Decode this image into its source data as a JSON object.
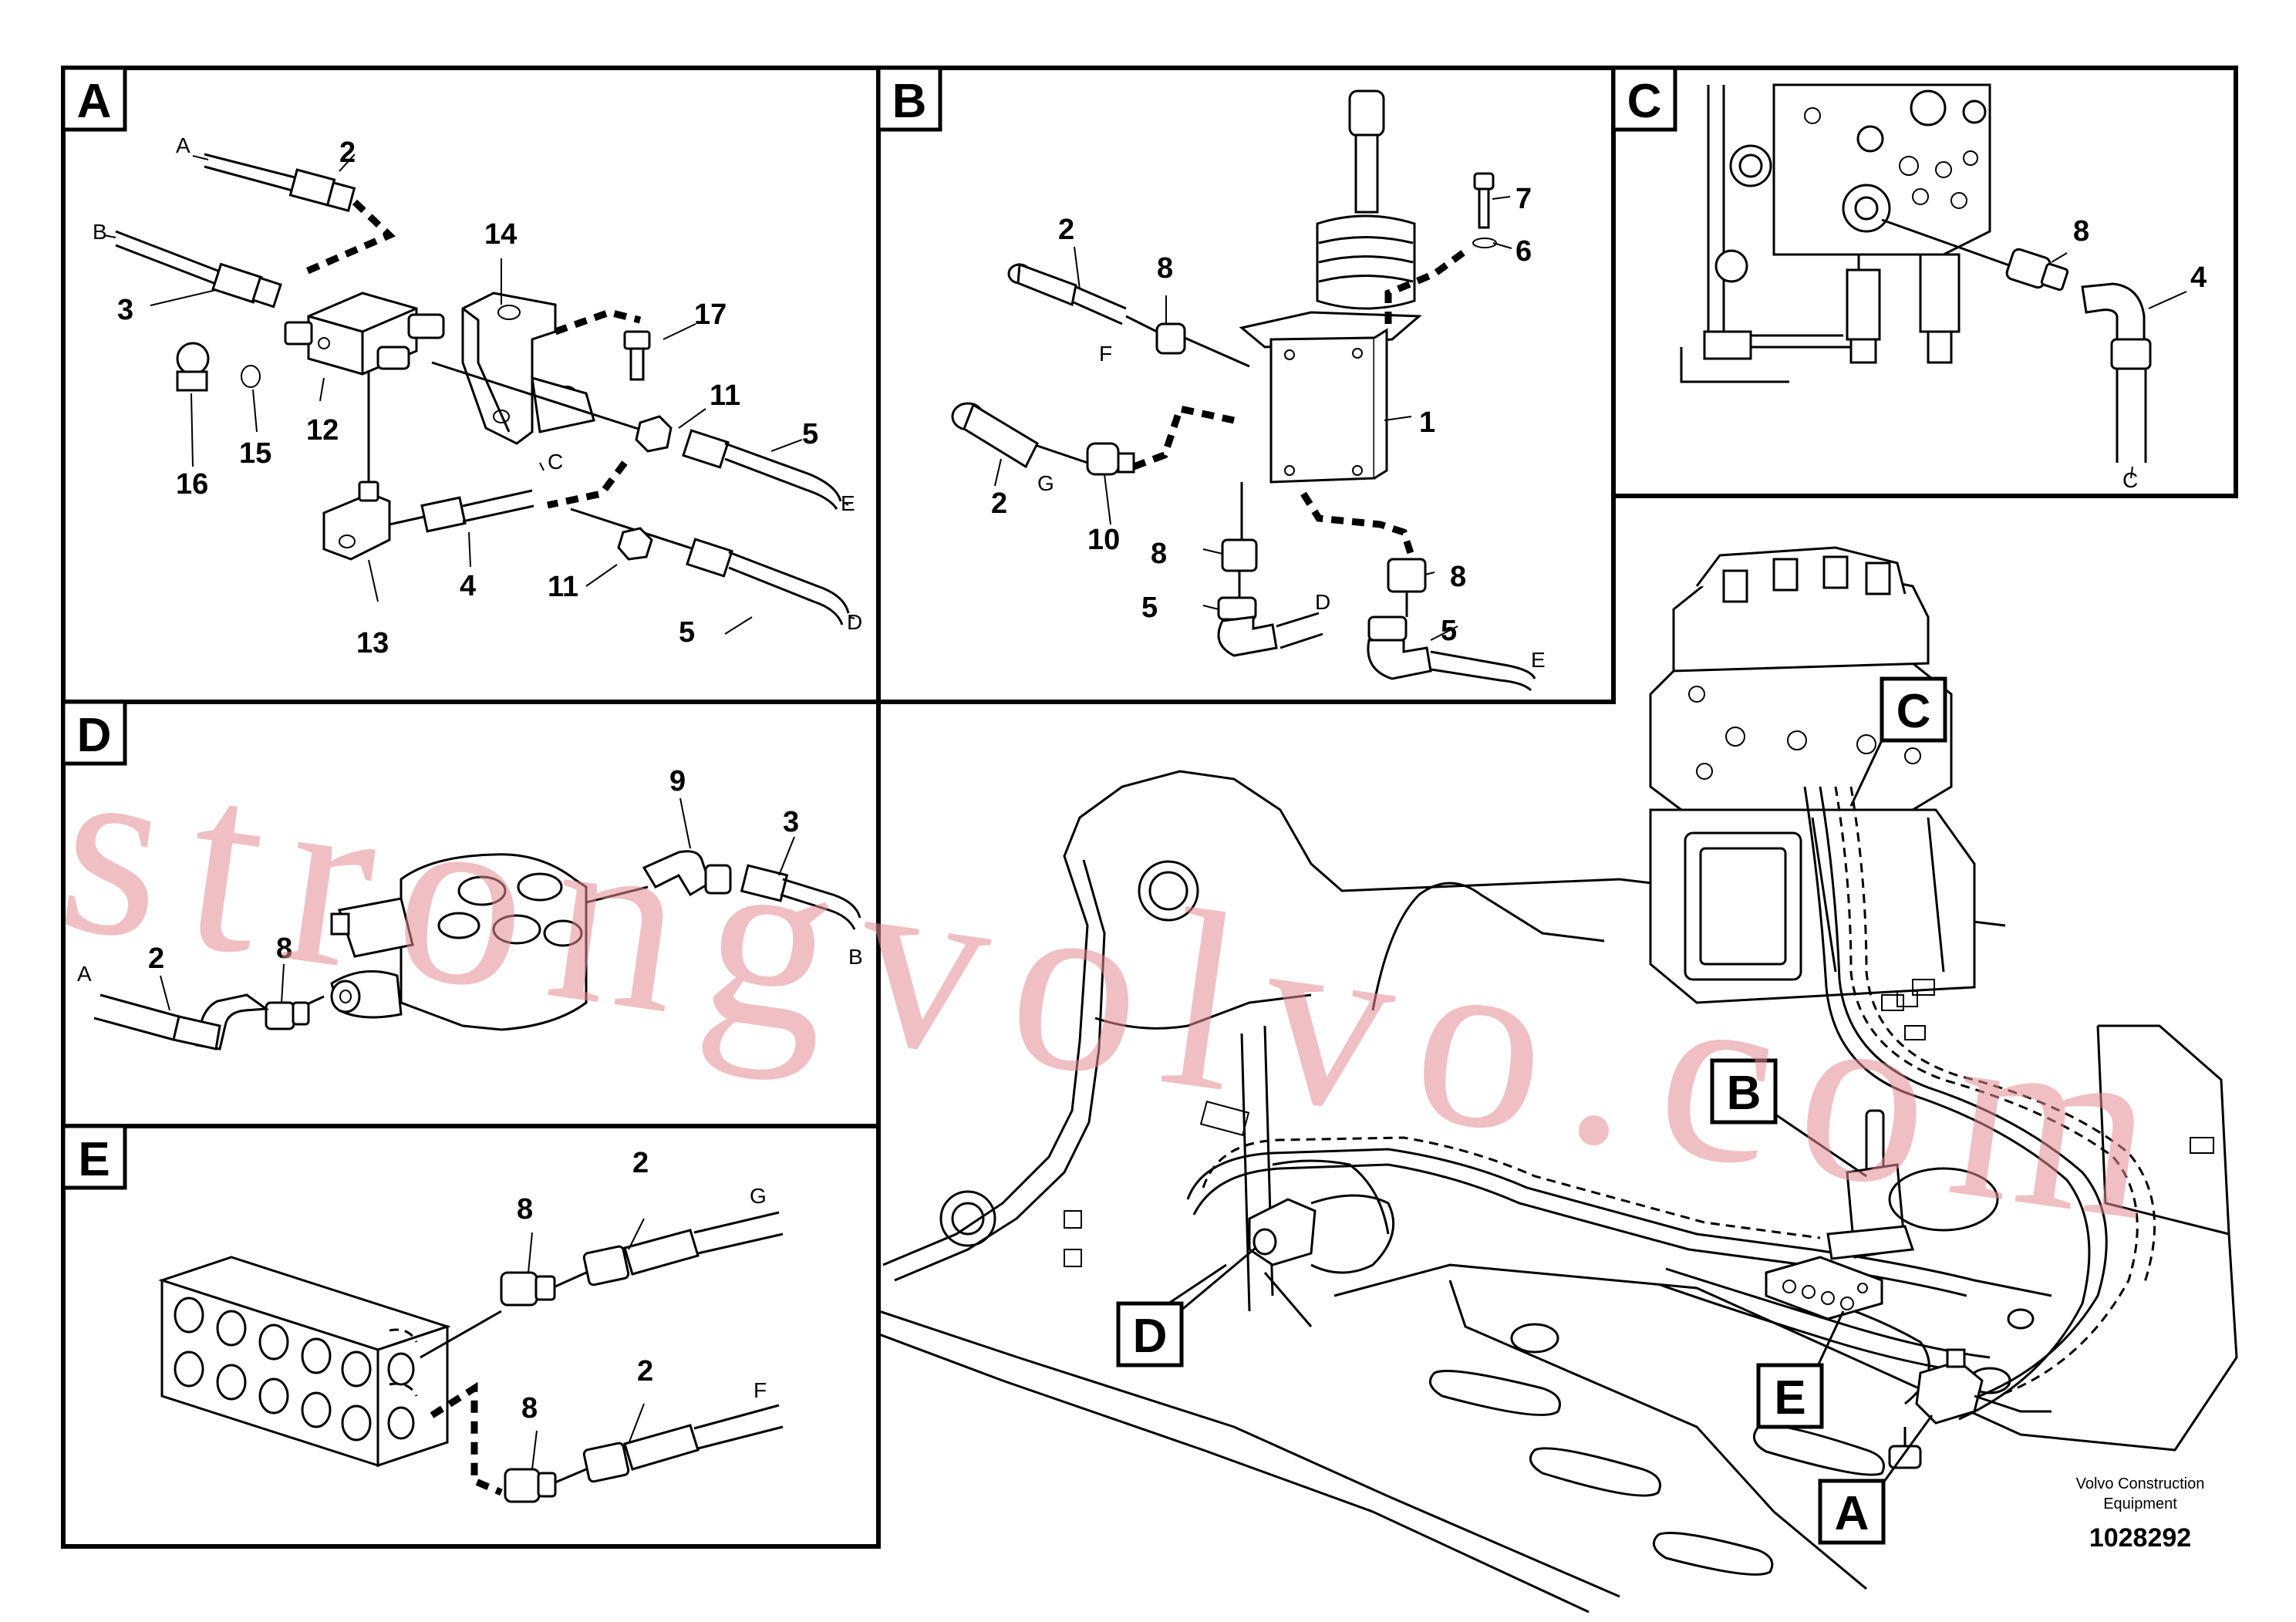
{
  "panels": [
    {
      "id": "A"
    },
    {
      "id": "B"
    },
    {
      "id": "C"
    },
    {
      "id": "D"
    },
    {
      "id": "E"
    }
  ],
  "labels": {
    "a2": "2",
    "b3": "3",
    "a14": "14",
    "a17": "17",
    "a12": "12",
    "a15": "15",
    "a16": "16",
    "a11a": "11",
    "a11b": "11",
    "a5a": "5",
    "a5b": "5",
    "a4": "4",
    "a13": "13",
    "b2a": "2",
    "b8a": "8",
    "b7": "7",
    "b6": "6",
    "b1": "1",
    "b2b": "2",
    "b10": "10",
    "b8b": "8",
    "b8c": "8",
    "b5a": "5",
    "b5b": "5",
    "c8": "8",
    "c4": "4",
    "d9": "9",
    "d3": "3",
    "d2": "2",
    "d8": "8",
    "e8a": "8",
    "e2a": "2",
    "e8b": "8",
    "e2b": "2"
  },
  "letters": {
    "aA": "A",
    "aB": "B",
    "aC": "C",
    "aE": "E",
    "aD": "D",
    "bF": "F",
    "bG": "G",
    "bD": "D",
    "bE": "E",
    "cC": "C",
    "dA": "A",
    "dB": "B",
    "eG": "G",
    "eF": "F"
  },
  "callouts": {
    "c": "C",
    "b": "B",
    "d": "D",
    "e": "E",
    "a": "A"
  },
  "watermark": "strongvolvo.com",
  "credit_line1": "Volvo Construction",
  "credit_line2": "Equipment",
  "drawing_number": "1028292"
}
